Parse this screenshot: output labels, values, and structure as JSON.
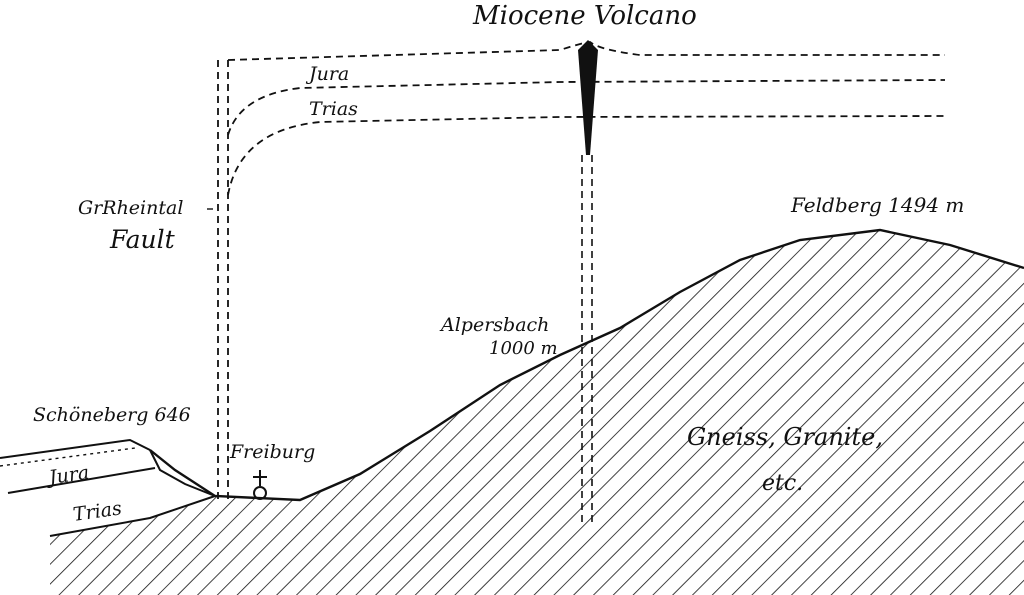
{
  "labels": {
    "volcano": "Miocene Volcano",
    "jura_upper": "Jura",
    "trias_upper": "Trias",
    "fault_line1": "GrRheintal",
    "fault_line2": "Fault",
    "feldberg": "Feldberg 1494 m",
    "alpersbach_line1": "Alpersbach",
    "alpersbach_line2": "1000 m",
    "schoneberg": "Schöneberg 646",
    "freiburg": "Freiburg",
    "jura_lower": "Jura",
    "trias_lower": "Trias",
    "gneiss_line1": "Gneiss, Granite,",
    "gneiss_line2": "etc."
  },
  "colors": {
    "ink": "#111111",
    "paper": "#ffffff"
  },
  "icons": {
    "church": "church-cross-icon"
  }
}
